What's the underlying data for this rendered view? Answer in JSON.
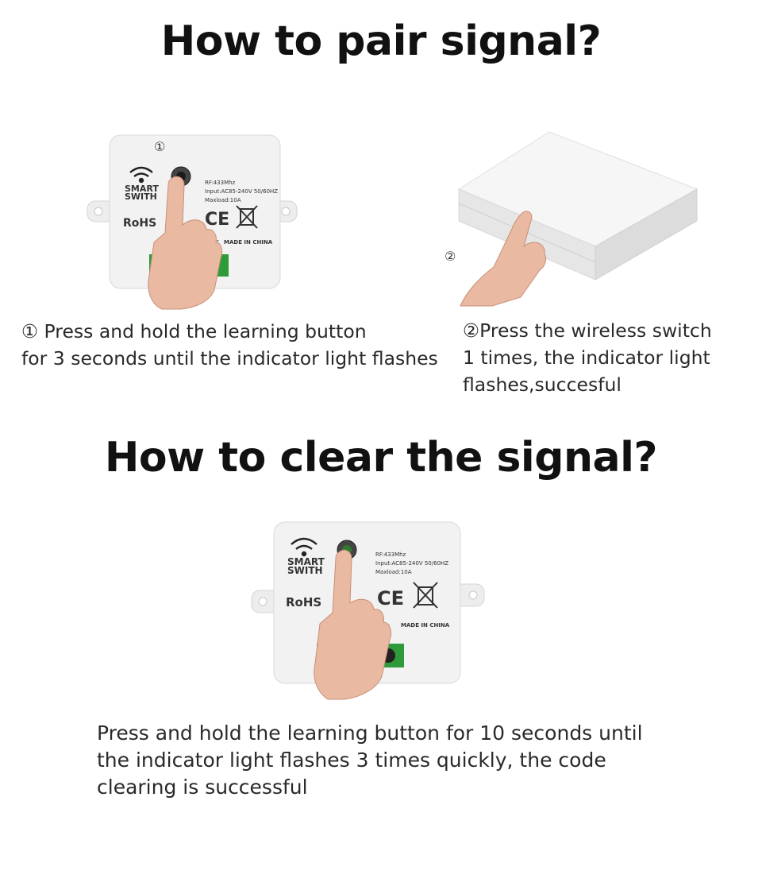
{
  "section_pair": {
    "title": "How to pair signal?",
    "step1_marker": "①",
    "step2_marker": "②",
    "step1_caption": [
      "① Press and hold the learning button",
      "for 3 seconds until the indicator light flashes"
    ],
    "step2_caption": [
      "②Press the wireless switch",
      " 1 times, the indicator light",
      "flashes,succesful"
    ]
  },
  "section_clear": {
    "title": "How to clear the signal?",
    "caption": [
      "Press and hold the  learning button for 10 seconds until",
      "the indicator light flashes 3 times quickly, the code",
      "clearing is successful"
    ]
  },
  "device_label": {
    "brand_line1": "SMART",
    "brand_line2": "SWITH",
    "rf": "RF:433Mhz",
    "input": "Input:AC85-240V 50/60HZ",
    "maxload": "Maxload:10A",
    "rohs": "RoHS",
    "ce": "CE",
    "input_tag": "INPUT",
    "origin": "MADE IN CHINA"
  },
  "colors": {
    "device_body": "#f2f2f2",
    "terminal_green": "#2f9a3a",
    "panel": "#f4f4f4",
    "skin": "#e9b9a2"
  }
}
